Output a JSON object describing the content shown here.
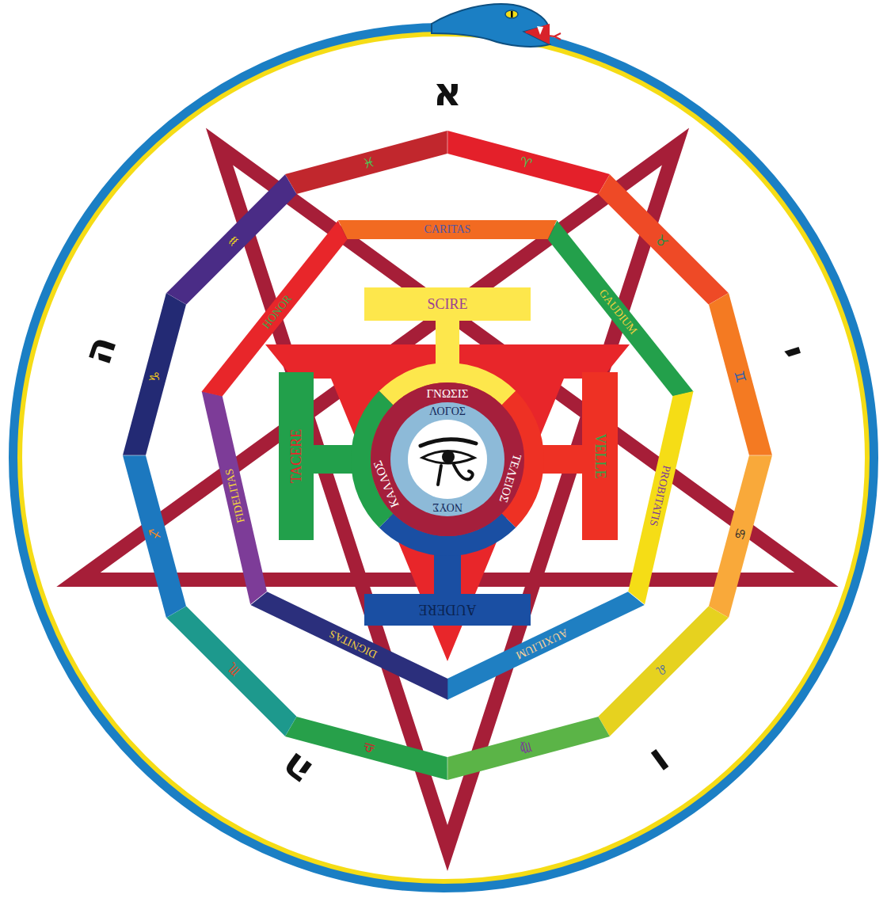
{
  "diagram": {
    "nodes": [
      {
        "text": [
          "♓"
        ]
      },
      {
        "text": [
          "♈"
        ]
      },
      {
        "text": [
          "♉"
        ]
      },
      {
        "text": [
          "♊"
        ]
      },
      {
        "text": [
          "♋"
        ]
      },
      {
        "text": [
          "♌"
        ]
      },
      {
        "text": [
          "♍"
        ]
      },
      {
        "text": [
          "♎"
        ]
      },
      {
        "text": [
          "♏"
        ]
      },
      {
        "text": [
          "♐"
        ]
      },
      {
        "text": [
          "♑"
        ]
      },
      {
        "text": [
          "♒"
        ]
      },
      {
        "text": [
          "CARITAS"
        ]
      },
      {
        "text": [
          "GAUDIUM"
        ]
      },
      {
        "text": [
          "PROBITATIS"
        ]
      },
      {
        "text": [
          "AUXILIUM"
        ]
      },
      {
        "text": [
          "DIGNITAS"
        ]
      },
      {
        "text": [
          "FIDELITAS"
        ]
      },
      {
        "text": [
          "HONOR"
        ]
      },
      {
        "text": [
          "SCIRE"
        ]
      },
      {
        "text": [
          "TACERE"
        ]
      },
      {
        "text": [
          "VELLE"
        ]
      },
      {
        "text": [
          "AUDERE"
        ]
      },
      {
        "text": [
          "ΓΝΩΣΙΣ",
          "ΤΕΛΕΙΟΣ",
          "ΚΑΛΛΟΣ"
        ]
      },
      {
        "text": [
          "ΛΟΓΟΣ",
          "ΝΟΥΣ"
        ],
        "in": 23
      }
    ],
    "labels": [
      "א",
      "י",
      "ו",
      "ה",
      "ה"
    ]
  }
}
